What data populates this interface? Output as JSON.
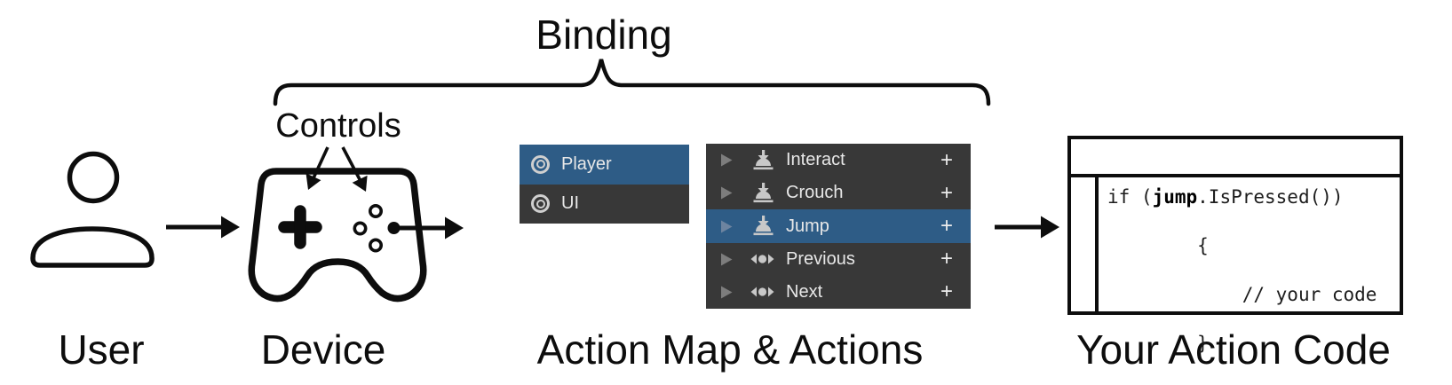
{
  "diagram": {
    "binding_label": "Binding",
    "controls_label": "Controls",
    "stage_labels": {
      "user": "User",
      "device": "Device",
      "action_map": "Action Map & Actions",
      "action_code": "Your Action Code"
    },
    "icons": [
      "user-icon",
      "gamepad-icon",
      "brace",
      "flow-arrows"
    ]
  },
  "action_maps_panel": {
    "items": [
      {
        "label": "Player",
        "icon": "action-map-icon",
        "selected": true
      },
      {
        "label": "UI",
        "icon": "action-map-icon",
        "selected": false
      }
    ],
    "selection_color": "#2e5c86",
    "background_color": "#383838"
  },
  "actions_panel": {
    "items": [
      {
        "label": "Interact",
        "icon": "button-press-icon",
        "add": "+",
        "selected": false
      },
      {
        "label": "Crouch",
        "icon": "button-press-icon",
        "add": "+",
        "selected": false
      },
      {
        "label": "Jump",
        "icon": "button-press-icon",
        "add": "+",
        "selected": true
      },
      {
        "label": "Previous",
        "icon": "axis-icon",
        "add": "+",
        "selected": false
      },
      {
        "label": "Next",
        "icon": "axis-icon",
        "add": "+",
        "selected": false
      }
    ],
    "selection_color": "#2e5c86",
    "background_color": "#383838"
  },
  "code_window": {
    "line1_pre": "if (",
    "line1_bold": "jump",
    "line1_post": ".IsPressed())",
    "line2": "{",
    "line3": "    // your code",
    "line4": "}"
  },
  "colors": {
    "line_art": "#0d0d0d",
    "panel_dark": "#383838",
    "selection_blue": "#2e5c86",
    "panel_text": "#e8e8e8",
    "panel_icon_gray": "#c8c8c8"
  }
}
